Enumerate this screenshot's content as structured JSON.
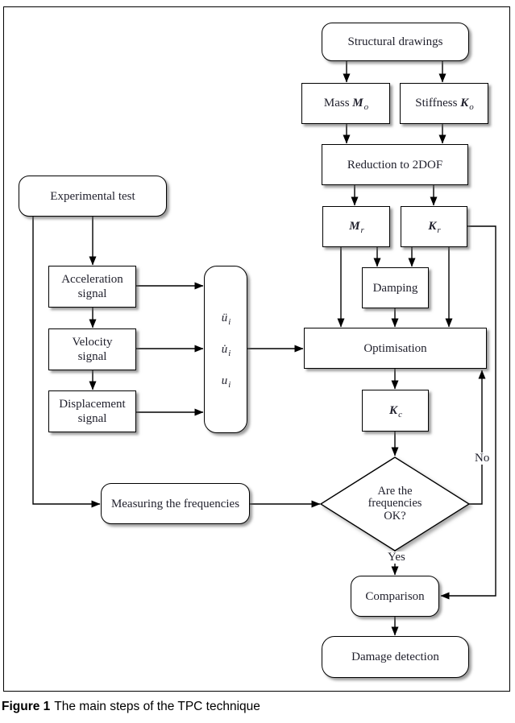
{
  "figure": {
    "caption_prefix": "Figure 1",
    "caption_text": "The main steps of the TPC technique"
  },
  "nodes": {
    "structural_drawings": {
      "label": "Structural drawings"
    },
    "mass": {
      "prefix": "Mass ",
      "symbol": "M",
      "sub": "o"
    },
    "stiffness": {
      "prefix": "Stiffness ",
      "symbol": "K",
      "sub": "o"
    },
    "reduction": {
      "label": "Reduction to 2DOF"
    },
    "mr": {
      "symbol": "M",
      "sub": "r"
    },
    "kr": {
      "symbol": "K",
      "sub": "r"
    },
    "damping": {
      "label": "Damping"
    },
    "optimisation": {
      "label": "Optimisation"
    },
    "kc": {
      "symbol": "K",
      "sub": "c"
    },
    "decision": {
      "label": "Are the\nfrequencies\nOK?"
    },
    "comparison": {
      "label": "Comparison"
    },
    "damage_detection": {
      "label": "Damage detection"
    },
    "experimental_test": {
      "label": "Experimental test"
    },
    "acceleration": {
      "label": "Acceleration\nsignal"
    },
    "velocity": {
      "label": "Velocity\nsignal"
    },
    "displacement": {
      "label": "Displacement\nsignal"
    },
    "signals": {
      "items": [
        {
          "symbol": "ü",
          "sub": "i"
        },
        {
          "symbol": "u̇",
          "sub": "i"
        },
        {
          "symbol": "u",
          "sub": "i"
        }
      ]
    },
    "measuring": {
      "label": "Measuring the frequencies"
    }
  },
  "edge_labels": {
    "yes": "Yes",
    "no": "No"
  },
  "colors": {
    "line": "#000000",
    "text": "#1f1f2b",
    "box_bg": "#ffffff"
  }
}
